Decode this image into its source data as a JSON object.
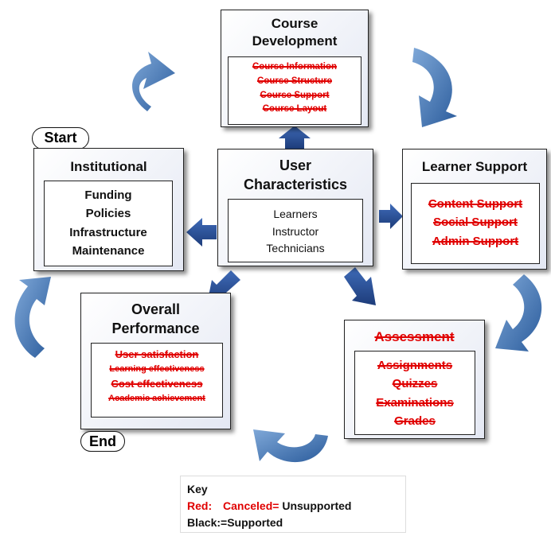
{
  "course_dev": {
    "title": "Course\nDevelopment",
    "items": [
      "Course Information",
      "Course Structure",
      "Course Support",
      "Course Layout"
    ]
  },
  "institutional": {
    "title": "Institutional",
    "items": [
      "Funding",
      "Policies",
      "Infrastructure",
      "Maintenance"
    ]
  },
  "user_char": {
    "title": "User\nCharacteristics",
    "items": [
      "Learners",
      "Instructor",
      "Technicians"
    ]
  },
  "learner_support": {
    "title": "Learner Support",
    "items": [
      "Content Support",
      "Social Support",
      "Admin Support"
    ]
  },
  "overall": {
    "title": "Overall\nPerformance",
    "items": [
      "User satisfaction",
      "Learning effectiveness",
      "Cost effectiveness",
      "Academic achievement"
    ]
  },
  "assessment": {
    "title": "Assessment",
    "items": [
      "Assignments",
      "Quizzes",
      "Examinations",
      "Grades"
    ]
  },
  "start_label": "Start",
  "end_label": "End",
  "key": {
    "title": "Key",
    "red_label": "Red:",
    "canceled_label": "Canceled=",
    "unsupported_label": "Unsupported",
    "black_label": "Black:=Supported"
  },
  "colors": {
    "accent_arrow": "#3d73b2",
    "accent_arrow_dark": "#1f3f80",
    "unsupported_text": "#e00000",
    "supported_text": "#111111"
  }
}
